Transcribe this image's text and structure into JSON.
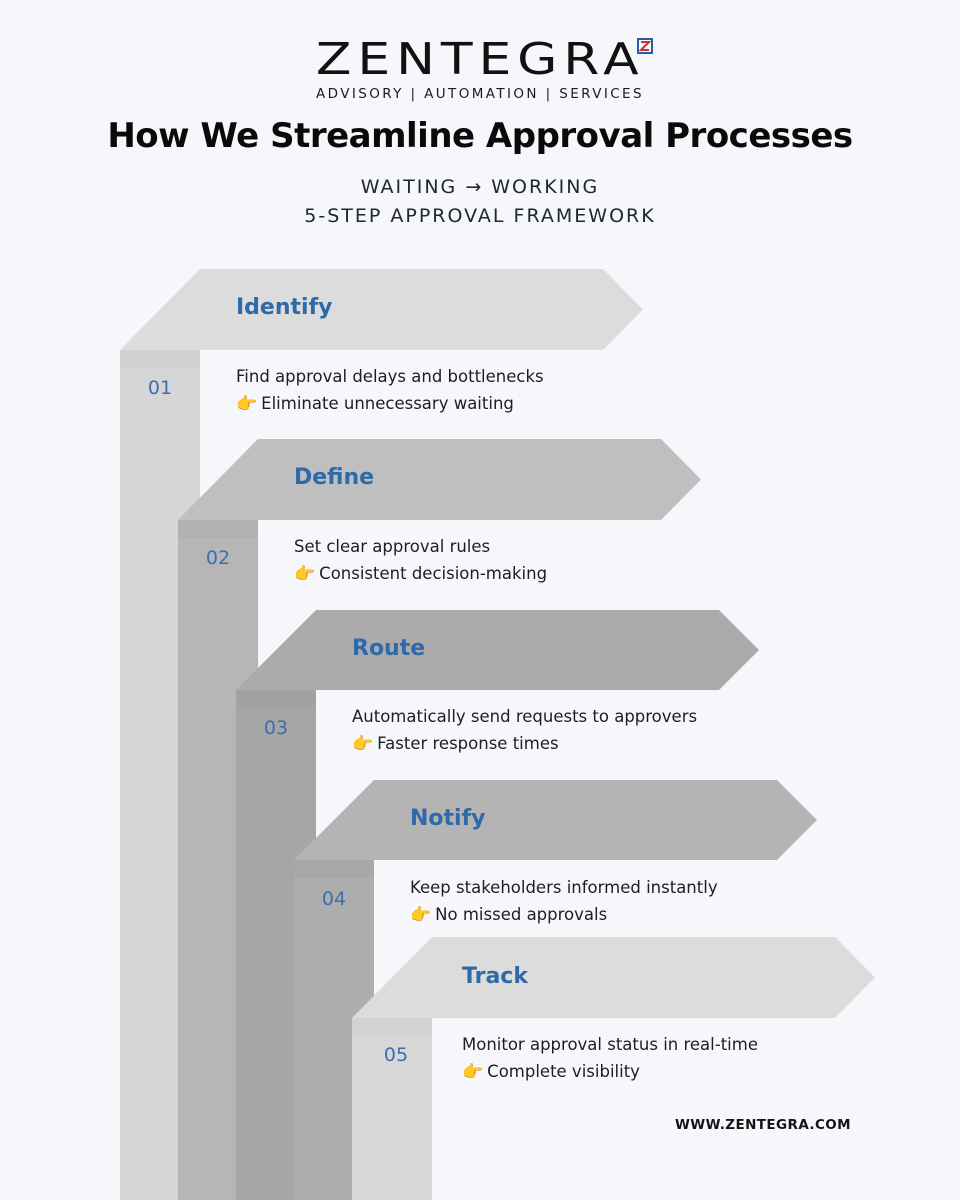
{
  "brand": {
    "name": "ZENTEGRA",
    "tagline": "ADVISORY | AUTOMATION | SERVICES",
    "mark_colors": {
      "primary": "#c8332f",
      "secondary": "#2e5c9e"
    }
  },
  "header": {
    "title": "How We Streamline Approval Processes",
    "subtitle_line1": "WAITING → WORKING",
    "subtitle_line2": "5-STEP APPROVAL FRAMEWORK"
  },
  "steps": [
    {
      "number": "01",
      "title": "Identify",
      "description": "Find approval delays and bottlenecks",
      "benefit": "Eliminate unnecessary waiting",
      "color_top": "#dcdcdc",
      "color_column": "#d6d6d6",
      "color_fold": "#c9c9c9"
    },
    {
      "number": "02",
      "title": "Define",
      "description": "Set clear approval rules",
      "benefit": "Consistent decision-making",
      "color_top": "#bfbfbf",
      "color_column": "#b6b6b6",
      "color_fold": "#a9a9a9"
    },
    {
      "number": "03",
      "title": "Route",
      "description": "Automatically send requests to approvers",
      "benefit": "Faster response times",
      "color_top": "#ababab",
      "color_column": "#a6a6a6",
      "color_fold": "#9a9a9a"
    },
    {
      "number": "04",
      "title": "Notify",
      "description": "Keep stakeholders informed instantly",
      "benefit": "No missed approvals",
      "color_top": "#b4b4b4",
      "color_column": "#adadad",
      "color_fold": "#a0a0a0"
    },
    {
      "number": "05",
      "title": "Track",
      "description": "Monitor approval status in real-time",
      "benefit": "Complete visibility",
      "color_top": "#dcdcdc",
      "color_column": "#d7d7d7",
      "color_fold": "#c9c9c9"
    }
  ],
  "benefit_icon": "pointing-hand-icon",
  "accent_color": "#2e6aa8",
  "footer": {
    "url": "WWW.ZENTEGRA.COM"
  }
}
